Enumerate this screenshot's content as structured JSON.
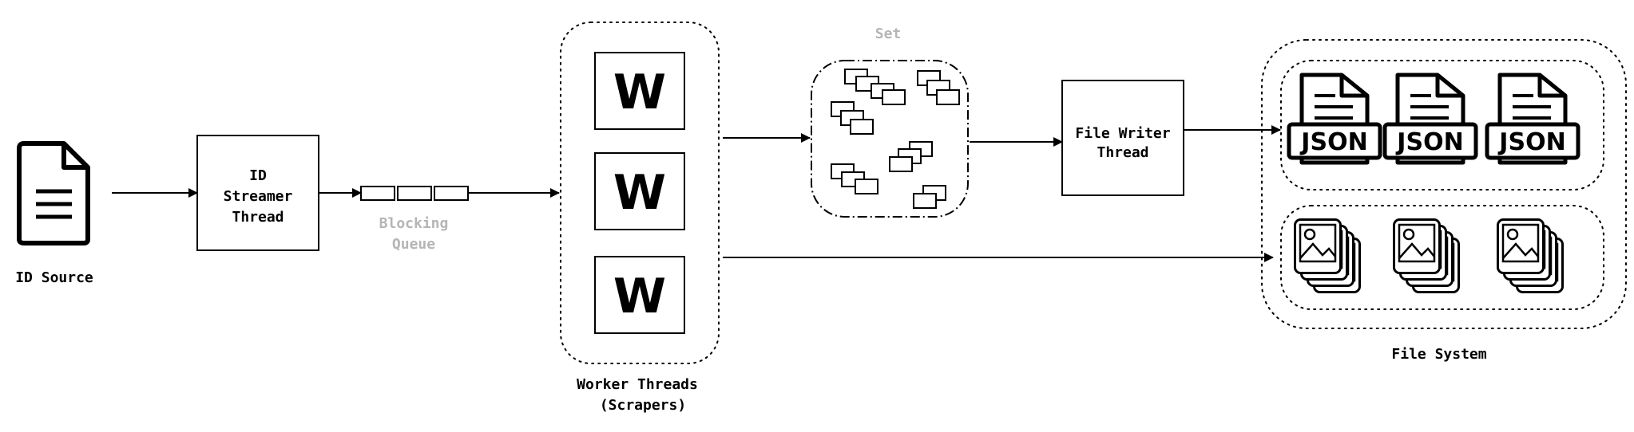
{
  "id_source": {
    "label": "ID Source",
    "icon": "document-icon"
  },
  "id_streamer": {
    "line1": "ID",
    "line2": "Streamer",
    "line3": "Thread"
  },
  "blocking_queue": {
    "line1": "Blocking",
    "line2": "Queue"
  },
  "workers": {
    "letters": [
      "W",
      "W",
      "W"
    ],
    "label_line1": "Worker Threads",
    "label_line2": "(Scrapers)"
  },
  "set": {
    "label": "Set"
  },
  "file_writer": {
    "line1": "File Writer",
    "line2": "Thread"
  },
  "file_system": {
    "label": "File System",
    "json_files": [
      "JSON",
      "JSON",
      "JSON"
    ],
    "image_stacks": [
      "image-stack-icon",
      "image-stack-icon",
      "image-stack-icon"
    ]
  },
  "colors": {
    "stroke": "#000000",
    "muted_text": "#b5b5b5",
    "background": "#ffffff"
  }
}
